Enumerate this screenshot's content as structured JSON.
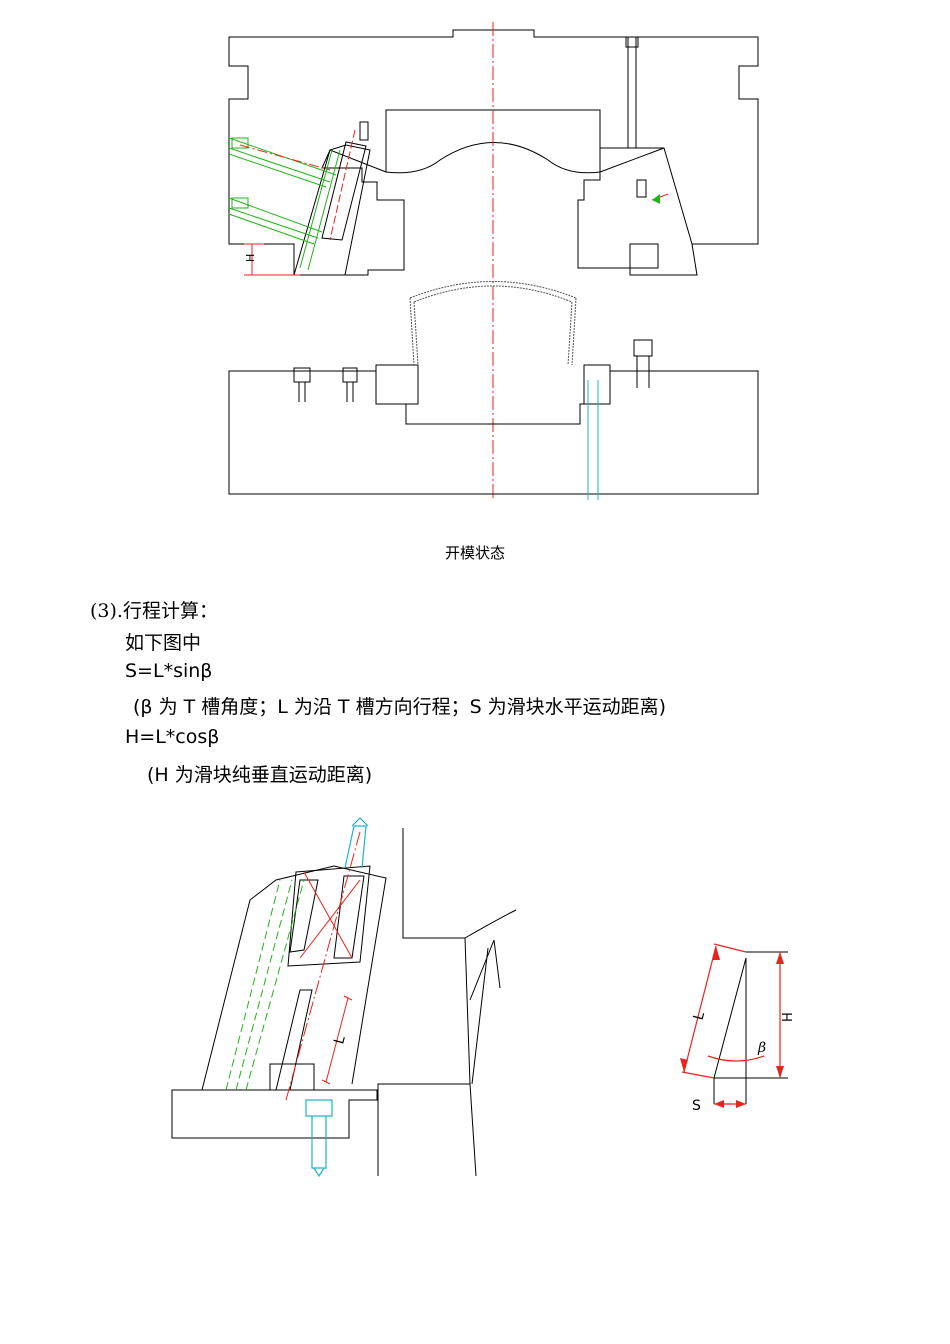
{
  "figure1": {
    "caption": "开模状态",
    "label_h": "H"
  },
  "section": {
    "heading": "(3).行程计算：",
    "intro": "如下图中",
    "formula_s": "S=L*sinβ",
    "note_s": "(β 为 T 槽角度；L 为沿 T 槽方向行程；S 为滑块水平运动距离)",
    "formula_h": "H=L*cosβ",
    "note_h": "(H 为滑块纯垂直运动距离)"
  },
  "figure2": {
    "label_l": "L"
  },
  "figure3": {
    "label_l": "L",
    "label_h": "H",
    "label_beta": "β",
    "label_s": "S"
  },
  "colors": {
    "outline": "#000000",
    "centerline": "#e8231b",
    "auxiliary": "#22b21a",
    "bolt": "#19b6c8"
  }
}
